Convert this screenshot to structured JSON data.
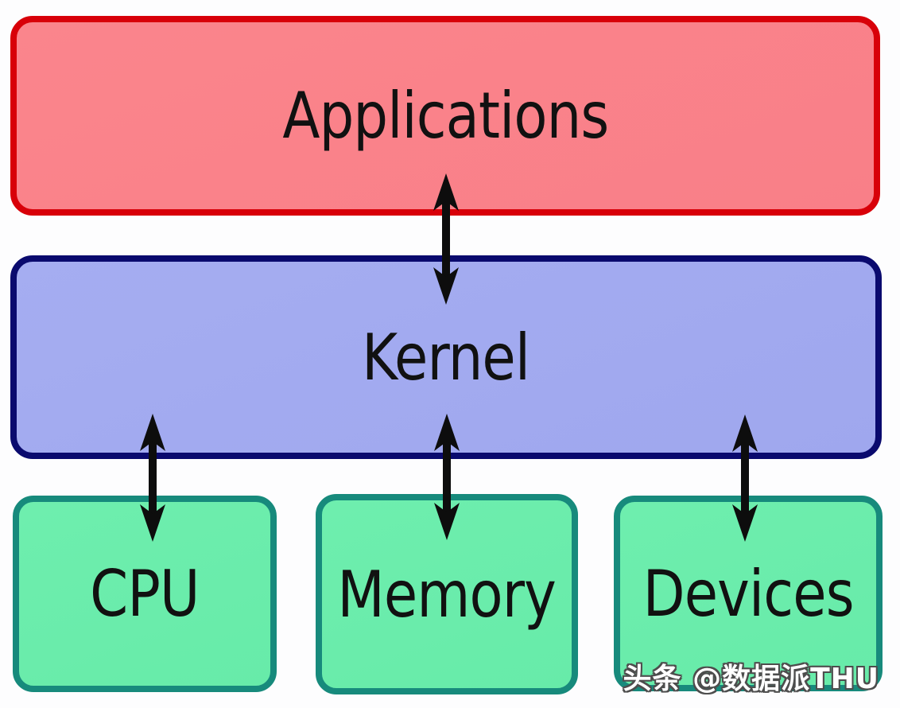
{
  "diagram": {
    "type": "layered-architecture",
    "nodes": [
      {
        "id": "applications",
        "label": "Applications",
        "fill": "#f98289",
        "border": "#d80009",
        "text_color": "#111111"
      },
      {
        "id": "kernel",
        "label": "Kernel",
        "fill": "#a2aaef",
        "border": "#0a0a6e",
        "text_color": "#111111"
      },
      {
        "id": "cpu",
        "label": "CPU",
        "fill": "#6cecac",
        "border": "#178a7c",
        "text_color": "#111111"
      },
      {
        "id": "memory",
        "label": "Memory",
        "fill": "#6cecac",
        "border": "#178a7c",
        "text_color": "#111111"
      },
      {
        "id": "devices",
        "label": "Devices",
        "fill": "#6cecac",
        "border": "#178a7c",
        "text_color": "#111111"
      }
    ],
    "edges": [
      {
        "from": "Applications",
        "to": "Kernel",
        "style": "double-headed-arrow",
        "color": "#0d0d0d"
      },
      {
        "from": "Kernel",
        "to": "CPU",
        "style": "double-headed-arrow",
        "color": "#0d0d0d"
      },
      {
        "from": "Kernel",
        "to": "Memory",
        "style": "double-headed-arrow",
        "color": "#0d0d0d"
      },
      {
        "from": "Kernel",
        "to": "Devices",
        "style": "double-headed-arrow",
        "color": "#0d0d0d"
      }
    ],
    "background": "#fdfdfe"
  },
  "watermark": {
    "text": "头条 @数据派THU",
    "color": "#ffffff"
  }
}
